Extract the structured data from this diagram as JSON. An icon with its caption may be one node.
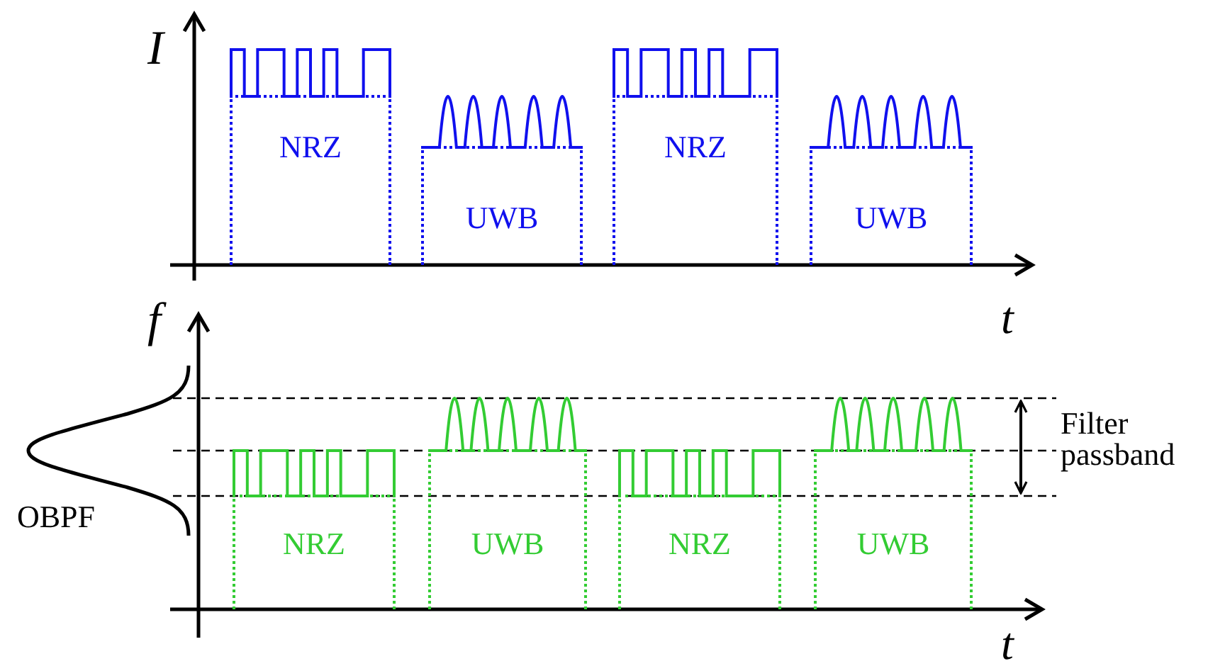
{
  "diagram": {
    "nodes": [
      {
        "text": [
          "NRZ"
        ]
      },
      {
        "text": [
          "UWB"
        ]
      },
      {
        "text": [
          "NRZ"
        ]
      },
      {
        "text": [
          "UWB"
        ]
      },
      {
        "text": [
          "NRZ"
        ]
      },
      {
        "text": [
          "UWB"
        ]
      },
      {
        "text": [
          "NRZ"
        ]
      },
      {
        "text": [
          "UWB"
        ]
      }
    ],
    "edges": [],
    "labels": [
      "I",
      "t",
      "f",
      "OBPF",
      "Filter passband",
      "t"
    ]
  }
}
